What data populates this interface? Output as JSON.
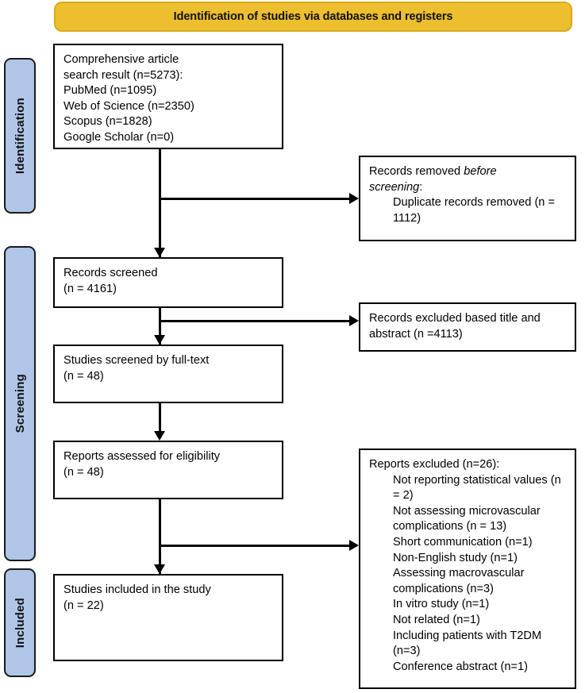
{
  "banner": {
    "title": "Identification of studies via databases and registers",
    "fill": "#EDBF2E"
  },
  "stage_labels": [
    {
      "label": "Identification"
    },
    {
      "label": "Screening"
    },
    {
      "label": "Included"
    }
  ],
  "stage_label_fill": "#AFC6E9",
  "boxes": {
    "identification_search": {
      "text": "Comprehensive article\nsearch result (n=5273):\nPubMed (n=1095)\nWeb of Science (n=2350)\nScopus (n=1828)\nGoogle Scholar (n=0)"
    },
    "records_removed": {
      "line1_a": "Records removed ",
      "line1_italic": "before",
      "line2_italic": "screening",
      "line2_b": ":",
      "line3": "Duplicate records removed (n = 1112)"
    },
    "records_screened": {
      "text": "Records screened\n(n = 4161)"
    },
    "records_excluded": {
      "text": "Records excluded based title and\nabstract (n =4113)"
    },
    "studies_fulltext": {
      "text": "Studies screened by full-text\n(n = 48)"
    },
    "reports_assessed": {
      "text": "Reports assessed for eligibility\n(n = 48)"
    },
    "reports_excluded": {
      "heading": "Reports excluded (n=26):",
      "items": [
        "Not reporting statistical values (n = 2)",
        "Not assessing microvascular complications (n = 13)",
        "Short communication (n=1)",
        "Non-English study (n=1)",
        "Assessing macrovascular complications (n=3)",
        "In vitro study (n=1)",
        "Not related (n=1)",
        "Including patients with T2DM (n=3)",
        "Conference abstract (n=1)"
      ]
    },
    "studies_included": {
      "text": "Studies included in the study\n(n = 22)"
    }
  }
}
